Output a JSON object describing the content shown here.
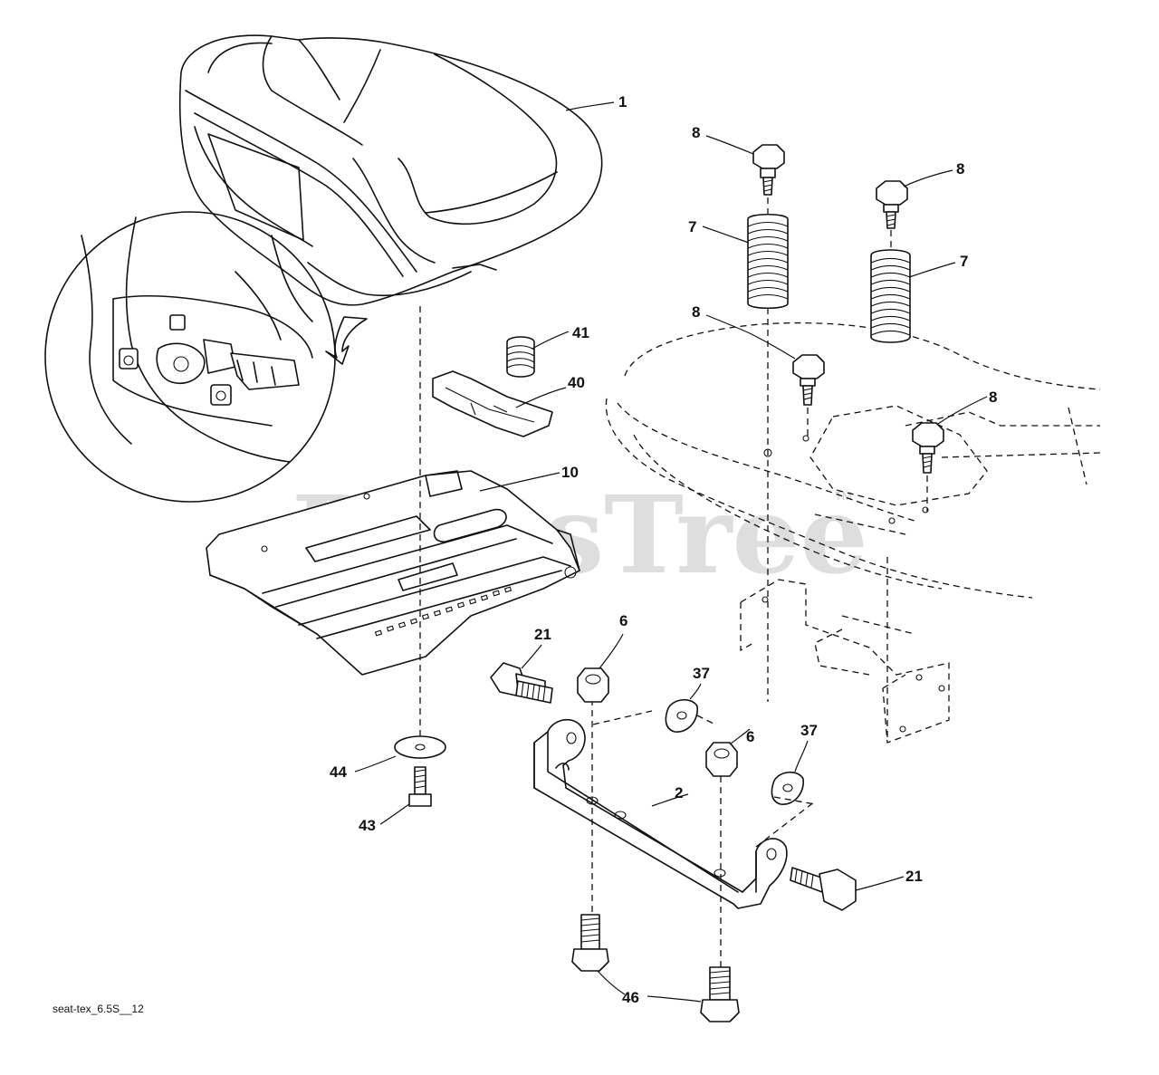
{
  "watermark": {
    "text": "PartsTree",
    "tm": "TM"
  },
  "drawing_ref": "seat-tex_6.5S__12",
  "callouts": {
    "seat": "1",
    "bracket": "2",
    "nut_6a": "6",
    "nut_6b": "6",
    "spring_7a": "7",
    "spring_7b": "7",
    "bolt_8a": "8",
    "bolt_8b": "8",
    "bolt_8c": "8",
    "bolt_8d": "8",
    "seat_pan": "10",
    "bolt_21a": "21",
    "bolt_21b": "21",
    "washer_37a": "37",
    "washer_37b": "37",
    "clip_40": "40",
    "spring_41": "41",
    "bolt_43": "43",
    "washer_44": "44",
    "bolt_46": "46"
  }
}
